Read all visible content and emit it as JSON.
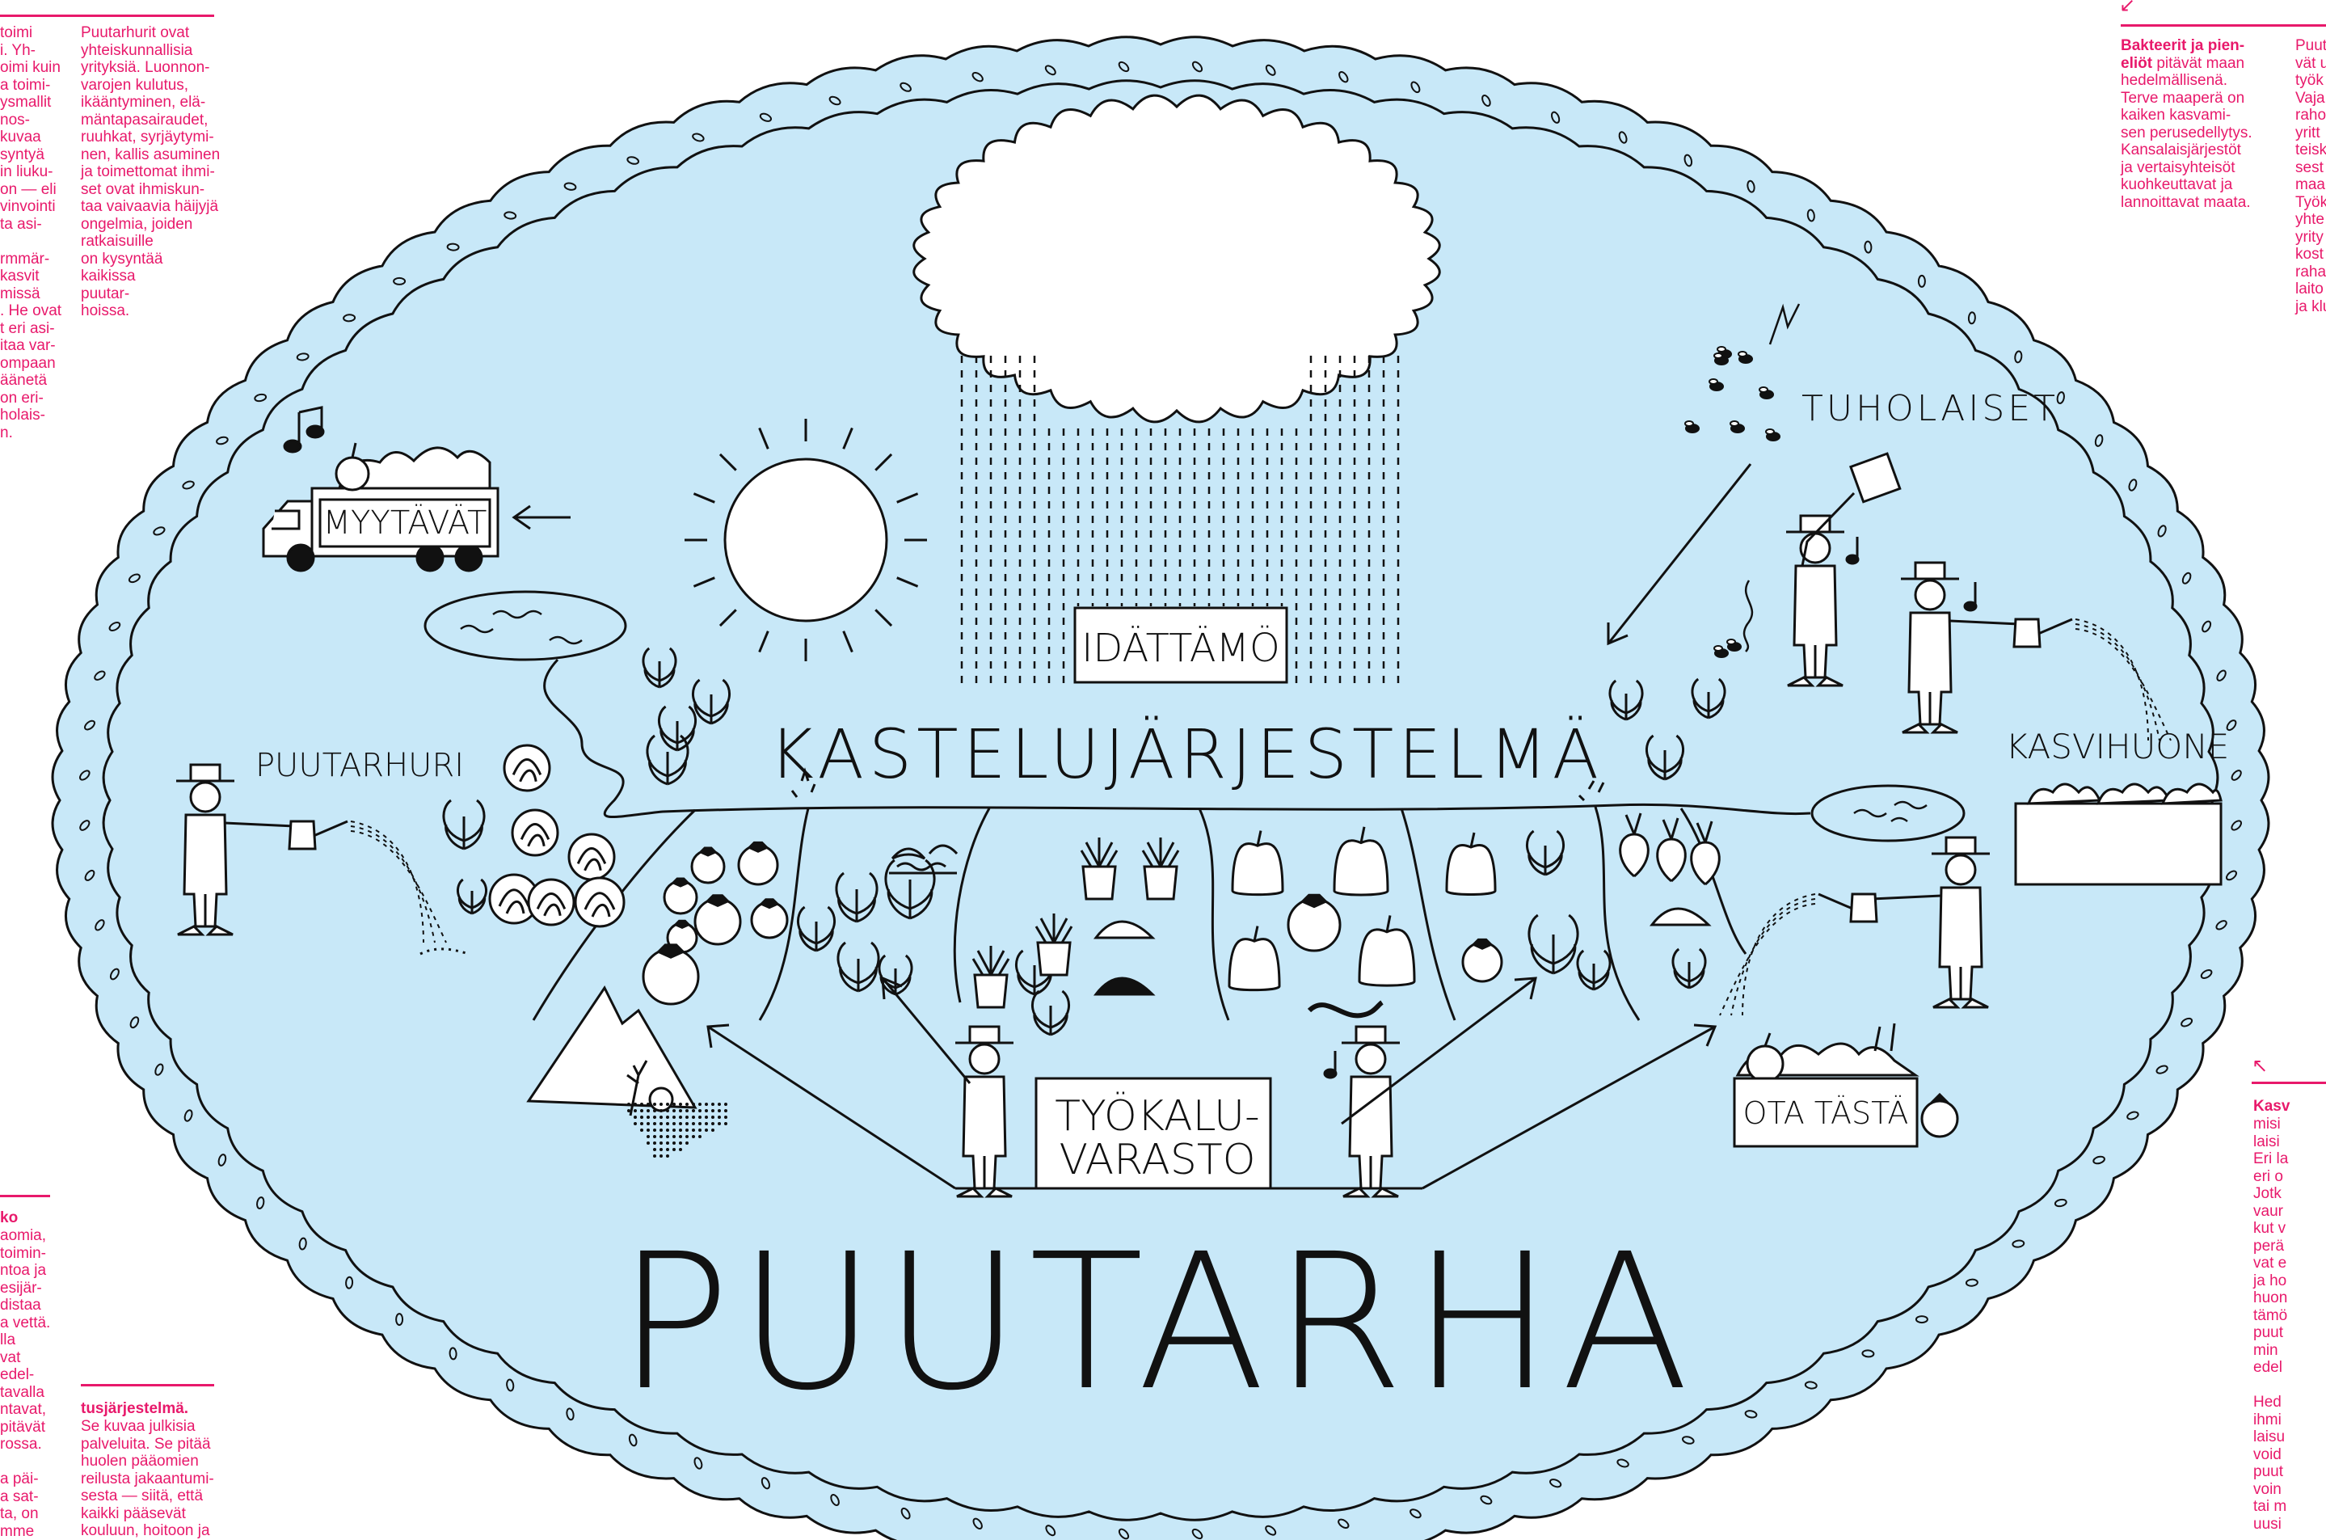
{
  "title": "PUUTARHA",
  "labels": {
    "irrigation": "KASTELUJÄRJESTELMÄ",
    "nursery": "IDÄTTÄMÖ",
    "pests": "TUHOLAISET",
    "gardener": "PUUTARHURI",
    "greenhouse": "KASVIHUONE",
    "sellables": "MYYTÄVÄT",
    "toolshed_line1": "TYÖKALU-",
    "toolshed_line2": "VARASTO",
    "take_here": "OTA TÄSTÄ"
  },
  "side_text": {
    "left_col1": "toimi\ni. Yh-\noimi kuin\na toimi-\nysmallit\nnos-\nkuvaa\nsyntyä\nin liuku-\non — eli\nvinvointi\nta asi-\n\nrmmär-\nkasvit\nmissä\n. He ovat\nt eri asi-\nitaa var-\nompaan\näänetä\non eri-\nholais-\nn.",
    "left_col2": "Puutarhurit ovat\nyhteiskunnallisia\nyrityksiä. Luonnon-\nvarojen kulutus,\nikääntyminen, elä-\nmäntapasairaudet,\nruuhkat, syrjäytymi-\nnen, kallis asuminen\nja toimettomat ihmi-\nset ovat ihmiskun-\ntaa vaivaavia häijyjä\nongelmia, joiden\nratkaisuille\non kysyntää\nkaikissa\npuutar-\nhoissa.",
    "left_bottom1_head": "ko",
    "left_bottom1": "aomia,\ntoimin-\nntoa ja\nesijär-\ndistaa\na vettä.\nlla\nvat\nedel-\ntavalla\nntavat,\npitävät\nrossa.\n\na päi-\na sat-\nta, on\nmme",
    "left_bottom2_head": "tusjärjestelmä.",
    "left_bottom2": "Se kuvaa julkisia\npalveluita. Se pitää\nhuolen pääomien\nreilusta jakaantumi-\nsesta — siitä, että\nkaikki pääsevät\nkouluun, hoitoon ja",
    "right_top_head": "Bakteerit ja pien-\neliöt",
    "right_top": " pitävät maan\nhedelmällisenä.\nTerve maaperä on\nkaiken kasvami-\nsen perusedellytys.\nKansalaisjärjestöt\nja vertaisyhteisöt\nkuohkeuttavat ja\nlannoittavat maata.",
    "right_top2": "Puut\nvät u\ntyök\nVaja\nraho\nyritt\nteisk\nsest\nmaa\nTyök\nyhte\nyrity\nkost\nraha\nlaito\nja klu",
    "right_bottom_head": "Kasv",
    "right_bottom": "misi\nlaisi\nEri la\neri o\nJotk\nvaur\nkut v\nperä\nvat e\nja ho\nhuon\ntämö\npuut\nmin \nedel\n\nHed\nihmi\nlaisu\nvoid\npuut\nvoin\ntai m\nuusi"
  },
  "colors": {
    "accent": "#e8196b",
    "water": "#c8e8f8",
    "ink": "#111111"
  }
}
